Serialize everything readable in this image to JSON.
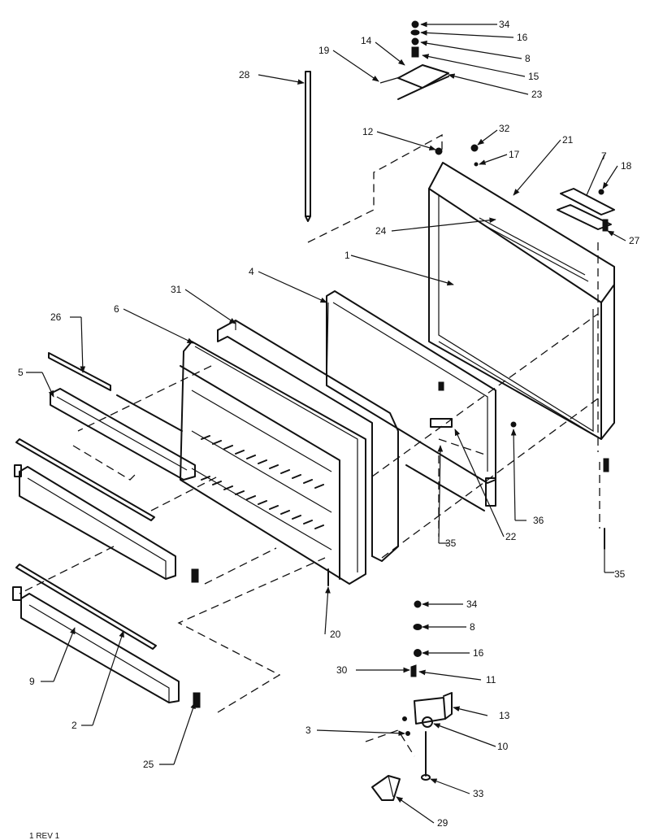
{
  "diagram": {
    "callouts": {
      "c1": "1",
      "c2": "2",
      "c3": "3",
      "c4": "4",
      "c5": "5",
      "c6": "6",
      "c7": "7",
      "c8a": "8",
      "c8b": "8",
      "c9": "9",
      "c10": "10",
      "c11": "11",
      "c12": "12",
      "c13": "13",
      "c14": "14",
      "c15": "15",
      "c16a": "16",
      "c16b": "16",
      "c17": "17",
      "c18": "18",
      "c19": "19",
      "c20": "20",
      "c21": "21",
      "c22": "22",
      "c23": "23",
      "c24": "24",
      "c25": "25",
      "c26": "26",
      "c27": "27",
      "c28": "28",
      "c29": "29",
      "c30": "30",
      "c31": "31",
      "c32": "32",
      "c33": "33",
      "c34a": "34",
      "c34b": "34",
      "c35a": "35",
      "c35b": "35",
      "c36": "36"
    },
    "footer_note": "1 REV 1"
  }
}
